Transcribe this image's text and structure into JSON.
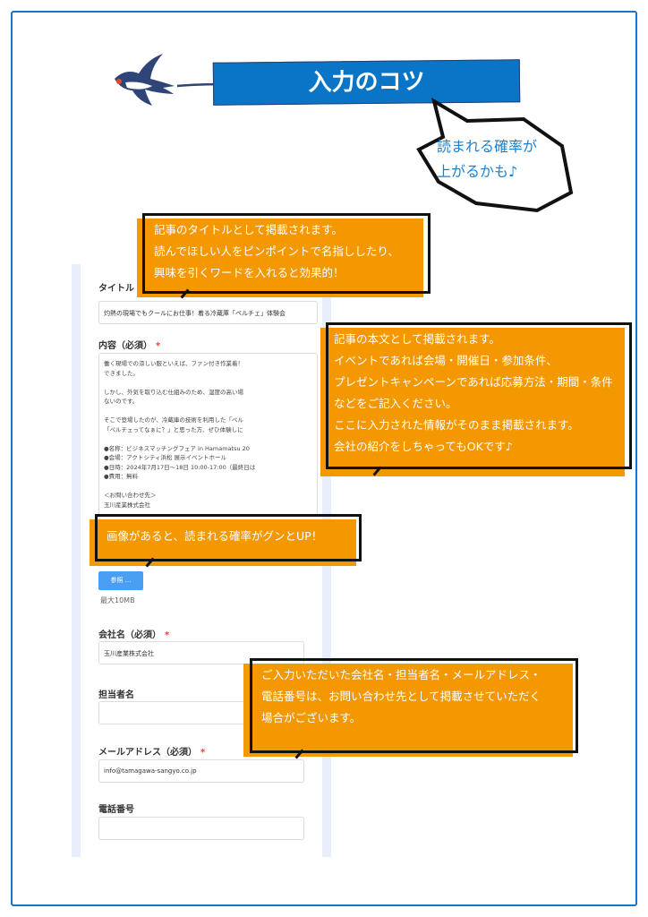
{
  "header": {
    "title": "入力のコツ",
    "bubble": [
      "読まれる確率が",
      "上がるかも♪"
    ]
  },
  "form": {
    "title_label": "タイトル",
    "title_value": "灼熱の現場でもクールにお仕事！着る冷蔵庫「ペルチェ」体験会",
    "content_label": "内容（必須）",
    "required_mark": "*",
    "content_value": "働く現場での涼しい服といえば、ファン付き作業着！\nできました。\n\nしかし、外気を取り込む仕組みのため、湿度の高い場\nないのです。\n\nそこで登場したのが、冷蔵庫の技術を利用した「ペル\n「ペルチェってなぁに？」と思った方、ぜひ体験しに\n\n●名称：ビジネスマッチングフェア in Hamamatsu 20\n●会場：アクトシティ浜松 展示イベントホール\n●日時：2024年7月17日～18日 10:00-17:00（最終日は\n●費用：無料\n\n＜お問い合わせ先＞\n玉川産業株式会社",
    "browse_button": "参照 ...",
    "max_size": "最大10MB",
    "company_label": "会社名（必須）",
    "company_value": "玉川産業株式会社",
    "person_label": "担当者名",
    "person_value": "",
    "email_label": "メールアドレス（必須）",
    "email_value": "info@tamagawa-sangyo.co.jp",
    "phone_label": "電話番号",
    "phone_value": ""
  },
  "callouts": {
    "title": [
      "記事のタイトルとして掲載されます。",
      "読んでほしい人をピンポイントで名指ししたり、",
      "興味を引くワードを入れると効果的！"
    ],
    "content": [
      "記事の本文として掲載されます。",
      "イベントであれば会場・開催日・参加条件、",
      "プレゼントキャンペーンであれば応募方法・期間・条件",
      "などをご記入ください。",
      "ここに入力された情報がそのまま掲載されます。",
      "会社の紹介をしちゃってもOKです♪"
    ],
    "image": [
      "画像があると、読まれる確率がグンとUP！"
    ],
    "contact": [
      "ご入力いただいた会社名・担当者名・メールアドレス・",
      "電話番号は、お問い合わせ先として掲載させていただく",
      "場合がございます。"
    ]
  },
  "colors": {
    "orange": "#f39800",
    "blue": "#0a75c6",
    "frame": "#1b75c9"
  }
}
